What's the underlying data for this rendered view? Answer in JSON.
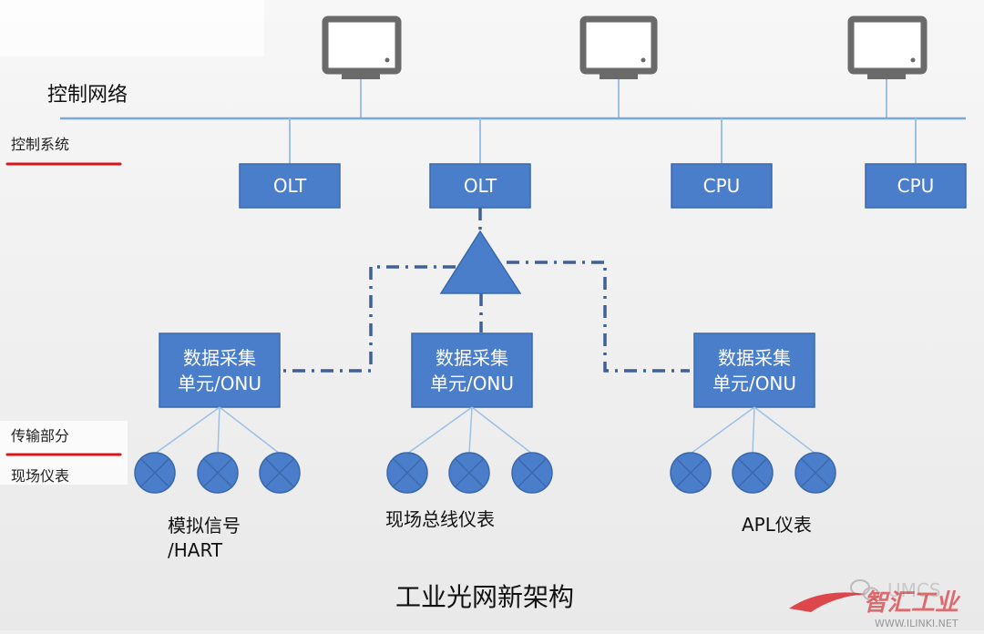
{
  "labels": {
    "control_network": "控制网络",
    "control_system": "控制系统",
    "transmission": "传输部分",
    "field_instruments": "现场仪表"
  },
  "controllers": [
    "OLT",
    "OLT",
    "CPU",
    "CPU"
  ],
  "onu": [
    {
      "line1": "数据采集",
      "line2": "单元/ONU"
    },
    {
      "line1": "数据采集",
      "line2": "单元/ONU"
    },
    {
      "line1": "数据采集",
      "line2": "单元/ONU"
    }
  ],
  "instrument_groups": [
    {
      "line1": "模拟信号",
      "line2": "/HART"
    },
    {
      "line1": "现场总线仪表",
      "line2": ""
    },
    {
      "line1": "APL仪表",
      "line2": ""
    }
  ],
  "title": "工业光网新架构",
  "watermark": {
    "brand": "UMCS",
    "logo_text": "智汇工业",
    "url": "WWW.ILINKI.NET"
  },
  "colors": {
    "box_fill": "#4a7ecb",
    "box_stroke": "#3a68ad",
    "line": "#9ec0e4",
    "dash": "#3f5f99",
    "red_mark": "#d9141a",
    "monitor": "#6a6a6a"
  }
}
